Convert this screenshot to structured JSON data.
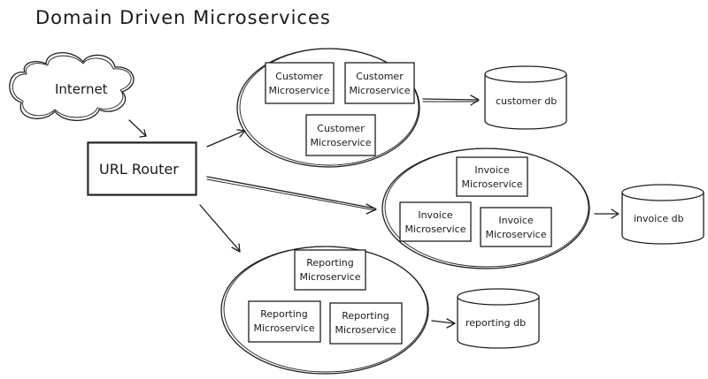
{
  "title": "Domain Driven Microservices",
  "internet": {
    "label": "Internet"
  },
  "router": {
    "label": "URL Router"
  },
  "customer": {
    "services": [
      {
        "line1": "Customer",
        "line2": "Microservice"
      },
      {
        "line1": "Customer",
        "line2": "Microservice"
      },
      {
        "line1": "Customer",
        "line2": "Microservice"
      }
    ],
    "db": "customer db"
  },
  "invoice": {
    "services": [
      {
        "line1": "Invoice",
        "line2": "Microservice"
      },
      {
        "line1": "Invoice",
        "line2": "Microservice"
      },
      {
        "line1": "Invoice",
        "line2": "Microservice"
      }
    ],
    "db": "invoice db"
  },
  "reporting": {
    "services": [
      {
        "line1": "Reporting",
        "line2": "Microservice"
      },
      {
        "line1": "Reporting",
        "line2": "Microservice"
      },
      {
        "line1": "Reporting",
        "line2": "Microservice"
      }
    ],
    "db": "reporting db"
  }
}
